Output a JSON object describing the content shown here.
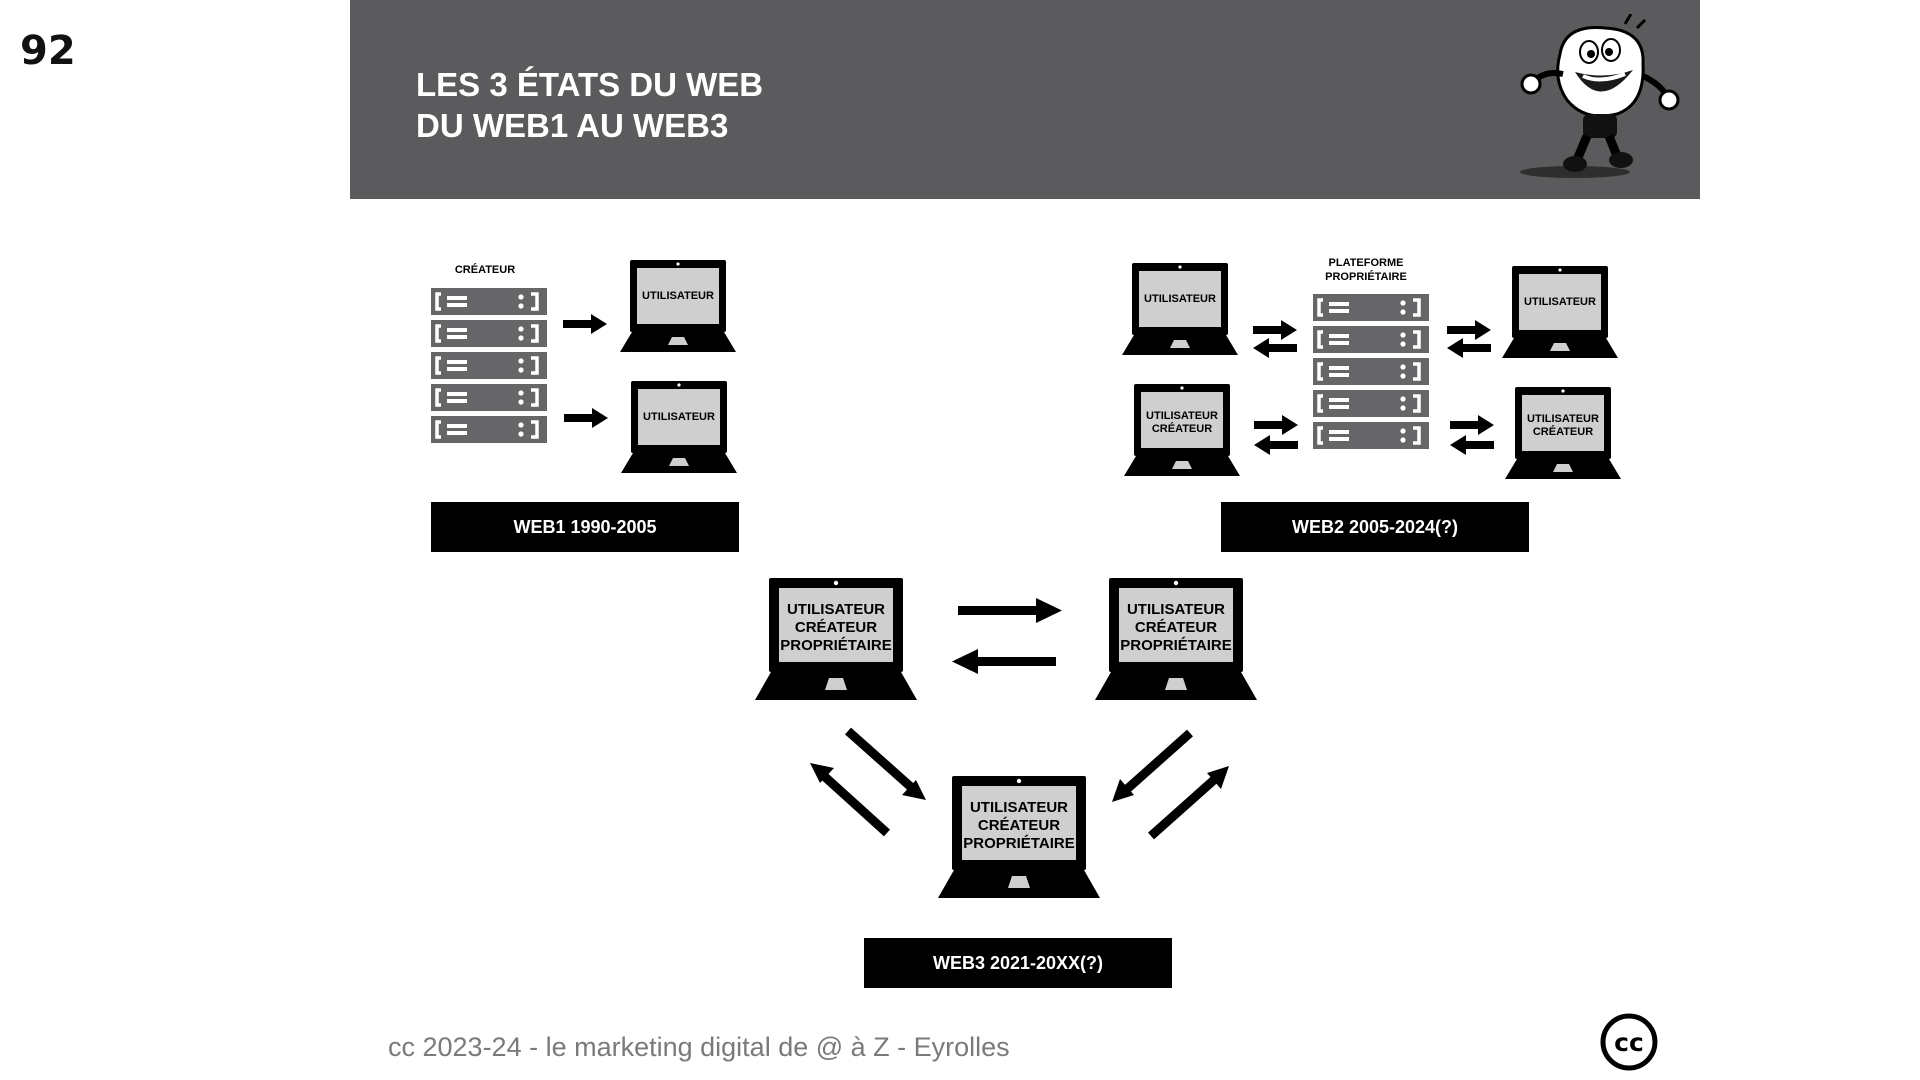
{
  "slide": {
    "number": "92",
    "title_line1": "LES 3 ÉTATS DU WEB",
    "title_line2": "DU WEB1 AU WEB3"
  },
  "web1": {
    "server_label": "CRÉATEUR",
    "user_top": "UTILISATEUR",
    "user_bottom": "UTILISATEUR",
    "caption": "WEB1 1990-2005"
  },
  "web2": {
    "platform_label_line1": "PLATEFORME",
    "platform_label_line2": "PROPRIÉTAIRE",
    "left_top": "UTILISATEUR",
    "left_bottom_line1": "UTILISATEUR",
    "left_bottom_line2": "CRÉATEUR",
    "right_top": "UTILISATEUR",
    "right_bottom_line1": "UTILISATEUR",
    "right_bottom_line2": "CRÉATEUR",
    "caption": "WEB2 2005-2024(?)"
  },
  "web3": {
    "node_line1": "UTILISATEUR",
    "node_line2": "CRÉATEUR",
    "node_line3": "PROPRIÉTAIRE",
    "caption": "WEB3 2021-20XX(?)"
  },
  "footer": {
    "text": "cc 2023-24  - le marketing digital de @ à Z - Eyrolles",
    "badge": "cc"
  },
  "colors": {
    "header_bg": "#5b5b5d",
    "server_gray": "#666668",
    "screen_gray": "#cfcfcf",
    "black": "#000000",
    "footer_text": "#7a7a7a"
  },
  "icons": [
    "server-stack-icon",
    "laptop-icon",
    "arrow-icon",
    "creative-commons-icon",
    "mascot-illustration"
  ]
}
